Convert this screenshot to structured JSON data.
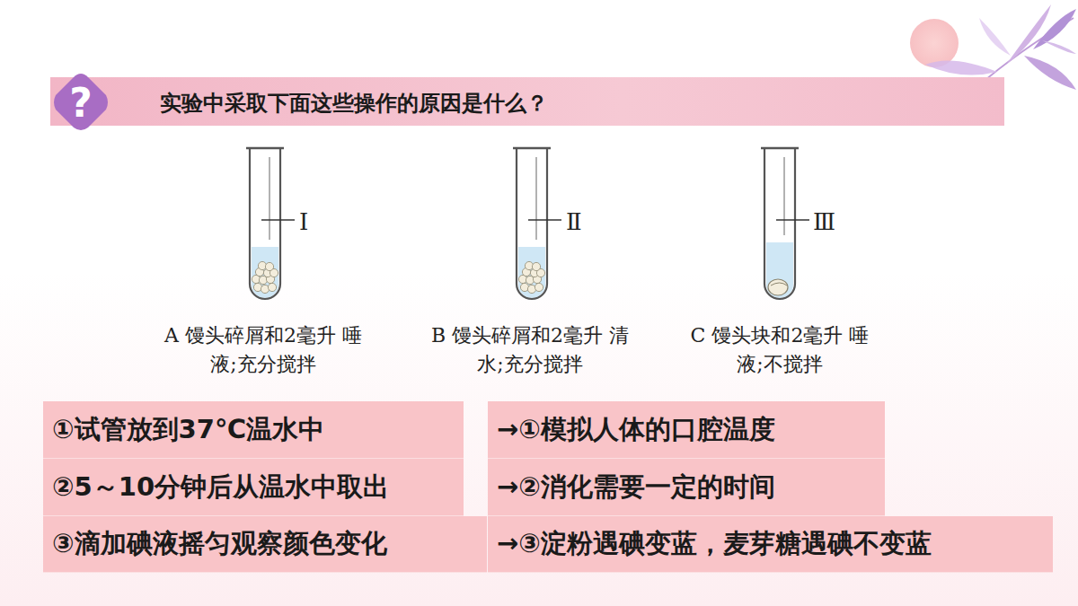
{
  "diagram": {
    "title": "实验中采取下面这些操作的原因是什么？",
    "nodes": [
      {
        "text": [
          "?"
        ]
      },
      {
        "text": [
          "①试管放到37℃温水中"
        ]
      },
      {
        "text": [
          "②5～10分钟后从温水中取出"
        ]
      },
      {
        "text": [
          "③滴加碘液摇匀观察颜色变化"
        ]
      },
      {
        "text": [
          "→①模拟人体的口腔温度"
        ]
      },
      {
        "text": [
          "→②消化需要一定的时间"
        ]
      },
      {
        "text": [
          "→③淀粉遇碘变蓝，麦芽糖遇碘不变蓝"
        ]
      }
    ],
    "labels": [
      "Ⅰ",
      "Ⅱ",
      "Ⅲ",
      "A 馒头碎屑和2毫升 唾液;充分搅拌",
      "B 馒头碎屑和2毫升 清水;充分搅拌",
      "C 馒头块和2毫升 唾液;不搅拌"
    ]
  }
}
